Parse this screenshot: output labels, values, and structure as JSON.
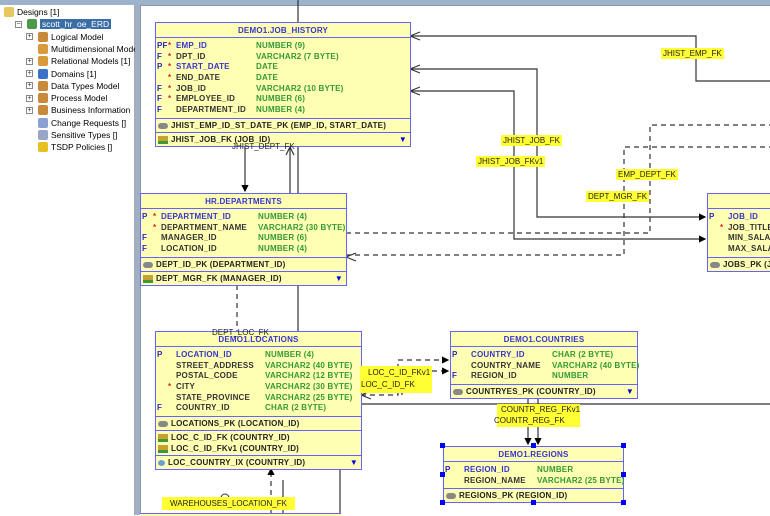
{
  "tree": [
    {
      "label": "Designs [1]",
      "icon": "folder-icon",
      "expander": false,
      "indent": 0
    },
    {
      "label": "scott_hr_oe_ERD",
      "icon": "design-icon",
      "expander": true,
      "indent": 1,
      "selected": true
    },
    {
      "label": "Logical Model",
      "icon": "model-icon",
      "expander": true,
      "indent": 2
    },
    {
      "label": "Multidimensional Model",
      "icon": "multidimensional-icon",
      "expander": false,
      "indent": 2
    },
    {
      "label": "Relational Models [1]",
      "icon": "relational-icon",
      "expander": true,
      "indent": 2
    },
    {
      "label": "Domains [1]",
      "icon": "domains-icon",
      "expander": true,
      "indent": 2
    },
    {
      "label": "Data Types Model",
      "icon": "model-icon",
      "expander": true,
      "indent": 2
    },
    {
      "label": "Process Model",
      "icon": "model-icon",
      "expander": true,
      "indent": 2
    },
    {
      "label": "Business Information",
      "icon": "model-icon",
      "expander": true,
      "indent": 2
    },
    {
      "label": "Change Requests []",
      "icon": "change-requests-icon",
      "expander": false,
      "indent": 2
    },
    {
      "label": "Sensitive Types []",
      "icon": "sensitive-types-icon",
      "expander": false,
      "indent": 2
    },
    {
      "label": "TSDP Policies []",
      "icon": "tsdp-icon",
      "expander": false,
      "indent": 2
    }
  ],
  "colors": {
    "table_fill": "#ffffb4",
    "table_border": "#6464ff",
    "title": "#3535d0",
    "type": "#339933",
    "label_bg": "#ffff33",
    "selection": "#3a6ea5"
  },
  "tables": [
    {
      "id": "job_history",
      "title": "DEMO1.JOB_HISTORY",
      "typecol": 100,
      "columns": [
        [
          "PF",
          "*",
          "EMP_ID",
          "NUMBER (9)",
          true
        ],
        [
          "F",
          "*",
          "DPT_ID",
          "VARCHAR2 (7 BYTE)",
          false
        ],
        [
          "P",
          "*",
          "START_DATE",
          "DATE",
          true
        ],
        [
          "",
          "*",
          "END_DATE",
          "DATE",
          false
        ],
        [
          "F",
          "*",
          "JOB_ID",
          "VARCHAR2 (10 BYTE)",
          false
        ],
        [
          "F",
          "*",
          "EMPLOYEE_ID",
          "NUMBER (6)",
          false
        ],
        [
          "F",
          "",
          "DEPARTMENT_ID",
          "NUMBER (4)",
          false
        ]
      ],
      "sections": [
        [
          [
            "pk",
            "JHIST_EMP_ID_ST_DATE_PK (EMP_ID, START_DATE)"
          ]
        ],
        [
          [
            "fk",
            "JHIST_JOB_FK (JOB_ID)"
          ]
        ]
      ]
    },
    {
      "id": "departments",
      "title": "HR.DEPARTMENTS",
      "typecol": 117,
      "columns": [
        [
          "P",
          "*",
          "DEPARTMENT_ID",
          "NUMBER (4)",
          true
        ],
        [
          "",
          "*",
          "DEPARTMENT_NAME",
          "VARCHAR2 (30 BYTE)",
          false
        ],
        [
          "F",
          "",
          "MANAGER_ID",
          "NUMBER (6)",
          false
        ],
        [
          "F",
          "",
          "LOCATION_ID",
          "NUMBER (4)",
          false
        ]
      ],
      "sections": [
        [
          [
            "pk",
            "DEPT_ID_PK (DEPARTMENT_ID)"
          ]
        ],
        [
          [
            "fk",
            "DEPT_MGR_FK (MANAGER_ID)"
          ]
        ]
      ]
    },
    {
      "id": "locations",
      "title": "DEMO1.LOCATIONS",
      "typecol": 109,
      "columns": [
        [
          "P",
          "",
          "LOCATION_ID",
          "NUMBER (4)",
          true
        ],
        [
          "",
          "",
          "STREET_ADDRESS",
          "VARCHAR2 (40 BYTE)",
          false
        ],
        [
          "",
          "",
          "POSTAL_CODE",
          "VARCHAR2 (12 BYTE)",
          false
        ],
        [
          "",
          "*",
          "CITY",
          "VARCHAR2 (30 BYTE)",
          false
        ],
        [
          "",
          "",
          "STATE_PROVINCE",
          "VARCHAR2 (25 BYTE)",
          false
        ],
        [
          "F",
          "",
          "COUNTRY_ID",
          "CHAR (2 BYTE)",
          false
        ]
      ],
      "sections": [
        [
          [
            "pk",
            "LOCATIONS_PK (LOCATION_ID)"
          ]
        ],
        [
          [
            "fk",
            "LOC_C_ID_FK (COUNTRY_ID)"
          ],
          [
            "fk",
            "LOC_C_ID_FKv1 (COUNTRY_ID)"
          ]
        ],
        [
          [
            "ix",
            "LOC_COUNTRY_IX (COUNTRY_ID)"
          ]
        ]
      ]
    },
    {
      "id": "countries",
      "title": "DEMO1.COUNTRIES",
      "typecol": 101,
      "columns": [
        [
          "P",
          "",
          "COUNTRY_ID",
          "CHAR (2 BYTE)",
          true
        ],
        [
          "",
          "",
          "COUNTRY_NAME",
          "VARCHAR2 (40 BYTE)",
          false
        ],
        [
          "F",
          "",
          "REGION_ID",
          "NUMBER",
          false
        ]
      ],
      "sections": [
        [
          [
            "pk",
            "COUNTRYES_PK (COUNTRY_ID)"
          ]
        ]
      ]
    },
    {
      "id": "regions",
      "title": "DEMO1.REGIONS",
      "typecol": 93,
      "columns": [
        [
          "P",
          "",
          "REGION_ID",
          "NUMBER",
          true
        ],
        [
          "",
          "",
          "REGION_NAME",
          "VARCHAR2 (25 BYTE)",
          false
        ]
      ],
      "sections": [
        [
          [
            "pk",
            "REGIONS_PK (REGION_ID)"
          ]
        ]
      ]
    },
    {
      "id": "jobs",
      "title": "",
      "typecol": 100,
      "columns": [
        [
          "P",
          "",
          "JOB_ID",
          "",
          true
        ],
        [
          "",
          "*",
          "JOB_TITLE",
          "",
          false
        ],
        [
          "",
          "",
          "MIN_SALARY",
          "",
          false
        ],
        [
          "",
          "",
          "MAX_SALARY",
          "",
          false
        ]
      ],
      "sections": [
        [
          [
            "pk",
            "JOBS_PK (JOB_ID)"
          ]
        ]
      ]
    }
  ],
  "relations": {
    "jhist_emp_fk": "JHIST_EMP_FK",
    "jhist_job_fk": "JHIST_JOB_FK",
    "jhist_job_fkv1": "JHIST_JOB_FKv1",
    "emp_dept_fk": "EMP_DEPT_FK",
    "dept_mgr_fk": "DEPT_MGR_FK",
    "jhist_dept_fk": "JHIST_DEPT_FK",
    "dept_loc_fk": "DEPT_LOC_FK",
    "loc_c_id_fkv1": "LOC_C_ID_FKv1",
    "loc_c_id_fk": "LOC_C_ID_FK",
    "countr_reg_fkv1": "COUNTR_REG_FKv1",
    "countr_reg_fk": "COUNTR_REG_FK",
    "warehouses_location_fk": "WAREHOUSES_LOCATION_FK"
  }
}
